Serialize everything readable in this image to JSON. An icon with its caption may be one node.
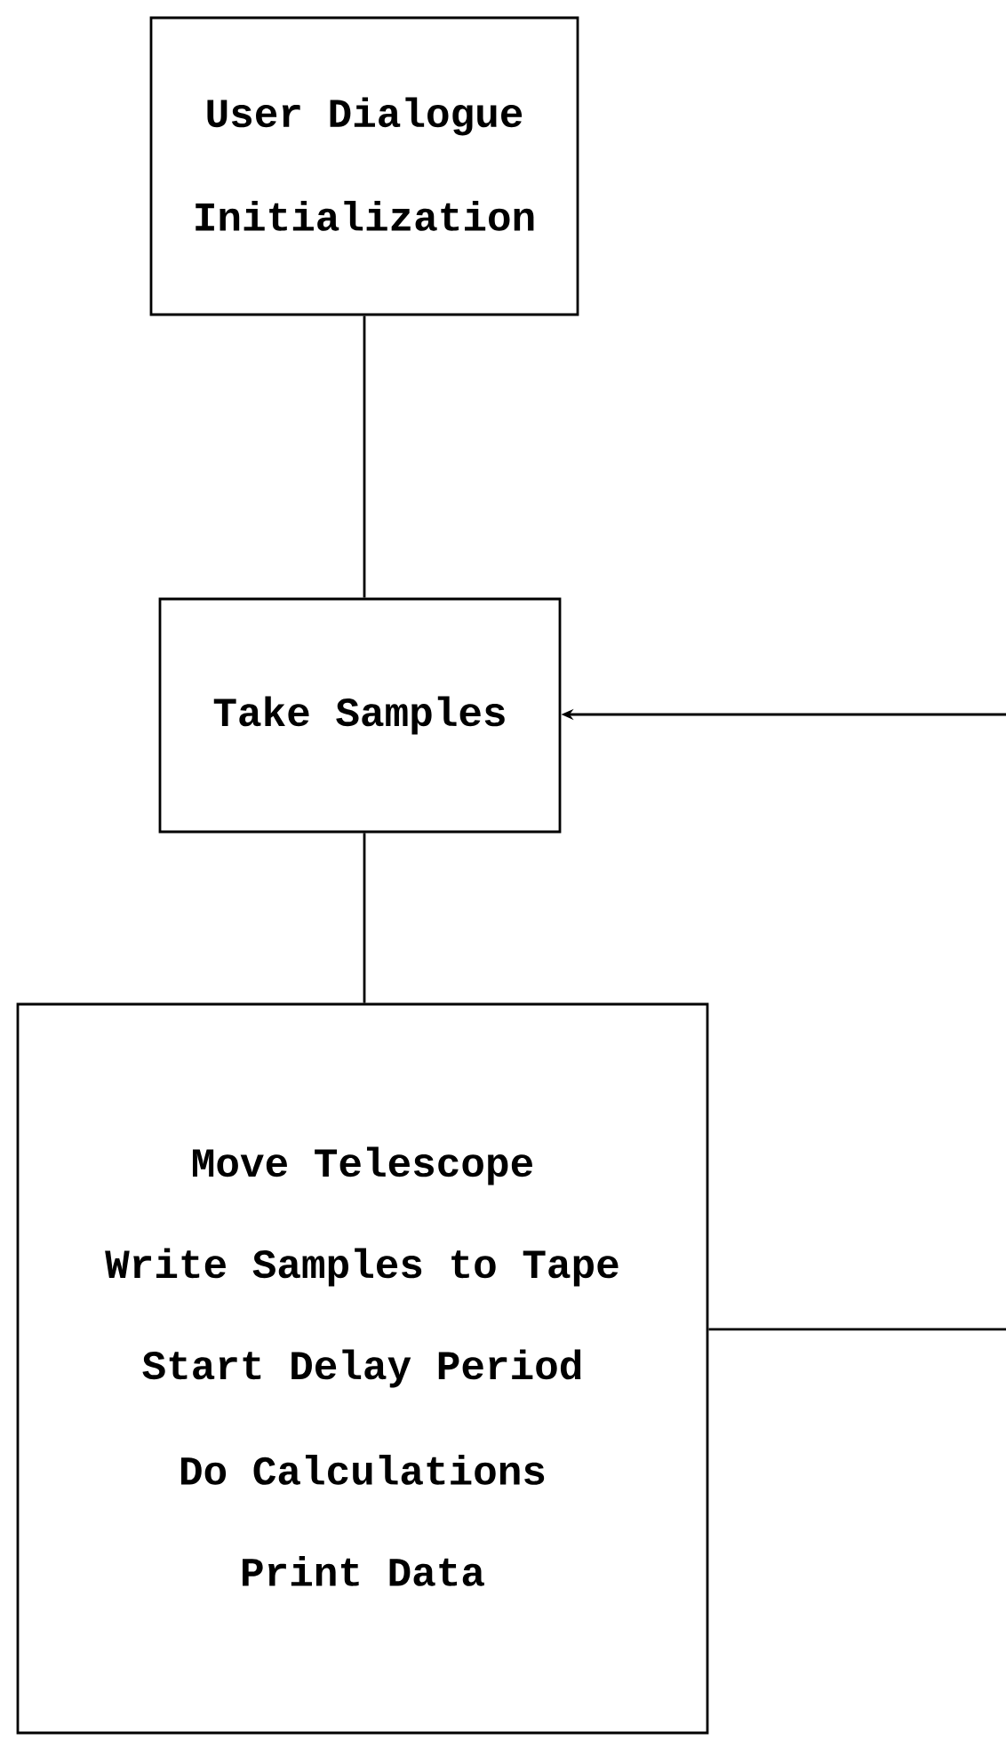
{
  "diagram": {
    "nodes": [
      {
        "text": [
          "User Dialogue",
          "Initialization"
        ]
      },
      {
        "text": [
          "Take Samples"
        ]
      },
      {
        "text": [
          "Move Telescope",
          "Write Samples to Tape",
          "Start Delay Period",
          "Do Calculations",
          "Print Data"
        ]
      }
    ],
    "edges": [
      {
        "from": 0,
        "to": 1,
        "arrow": "none"
      },
      {
        "from": 1,
        "to": 2,
        "arrow": "none"
      },
      {
        "from": 2,
        "to": 1,
        "arrow": "to"
      }
    ]
  }
}
